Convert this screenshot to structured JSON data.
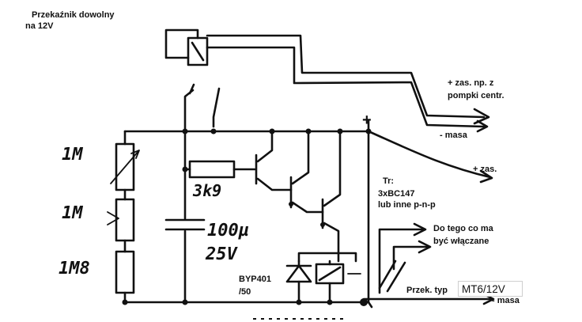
{
  "labels": {
    "relay_title_1": "Przekaźnik dowolny",
    "relay_title_2": "na 12V",
    "supply_1": "+ zas. np. z",
    "supply_2": "pompki centr.",
    "masa_1": "- masa",
    "zas_2": "+ zas.",
    "plus": "+",
    "tr_1": "Tr:",
    "tr_2": "3xBC147",
    "tr_3": "lub inne p-n-p",
    "load_1": "Do tego co ma",
    "load_2": "być włączane",
    "r1": "1M",
    "r2": "1M",
    "r3": "1M8",
    "r4": "3k9",
    "cap_1": "100µ",
    "cap_2": "25V",
    "diode_1": "BYP401",
    "diode_2": "/50",
    "relay_type": "Przek. typ",
    "relay_type_value": "MT6/12V",
    "masa_2": "- masa"
  }
}
